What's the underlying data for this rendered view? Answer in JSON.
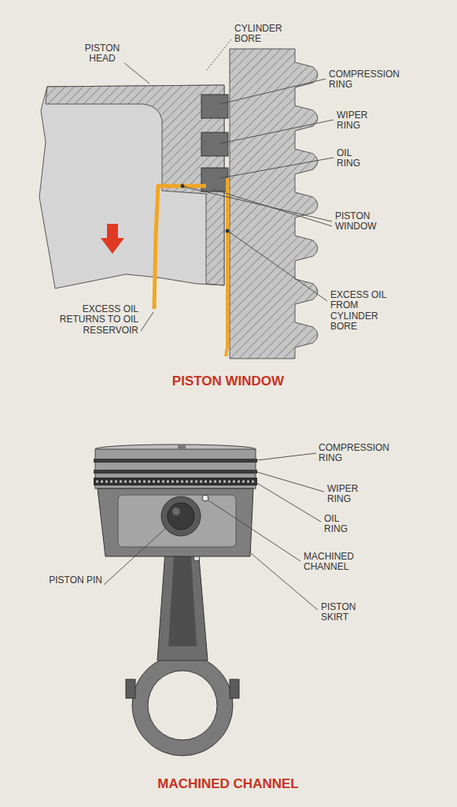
{
  "diagram": {
    "labels": [
      "PISTON HEAD",
      "CYLINDER BORE",
      "COMPRESSION RING",
      "WIPER RING",
      "OIL RING",
      "PISTON WINDOW",
      "EXCESS OIL FROM CYLINDER BORE",
      "EXCESS OIL RETURNS TO OIL RESERVOIR",
      "PISTON WINDOW",
      "COMPRESSION RING",
      "WIPER RING",
      "OIL RING",
      "MACHINED CHANNEL",
      "PISTON SKIRT",
      "PISTON PIN",
      "MACHINED CHANNEL"
    ]
  }
}
